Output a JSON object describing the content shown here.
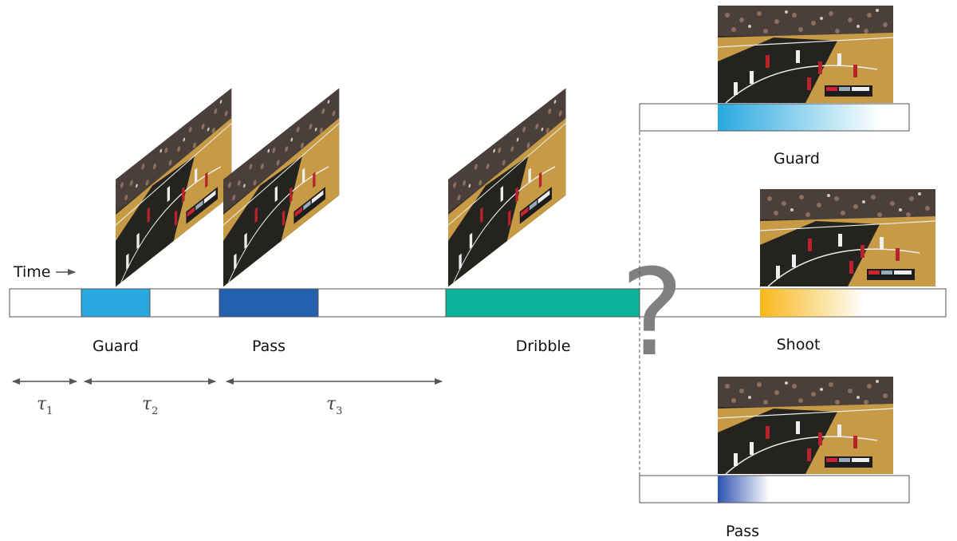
{
  "time_label": "Time",
  "observed_segments": [
    {
      "label": "Guard",
      "color": "#29a8e0"
    },
    {
      "label": "Pass",
      "color": "#2360ad"
    },
    {
      "label": "Dribble",
      "color": "#0bb39a"
    }
  ],
  "intervals": [
    {
      "symbol": "τ",
      "subscript": "1"
    },
    {
      "symbol": "τ",
      "subscript": "2"
    },
    {
      "symbol": "τ",
      "subscript": "3"
    }
  ],
  "unknown_marker": "?",
  "predictions": [
    {
      "label": "Guard",
      "color": "#29a8e0",
      "confidence": 0.85
    },
    {
      "label": "Shoot",
      "color": "#f7b718",
      "confidence": 0.55
    },
    {
      "label": "Pass",
      "color": "#2d52b0",
      "confidence": 0.27
    }
  ]
}
